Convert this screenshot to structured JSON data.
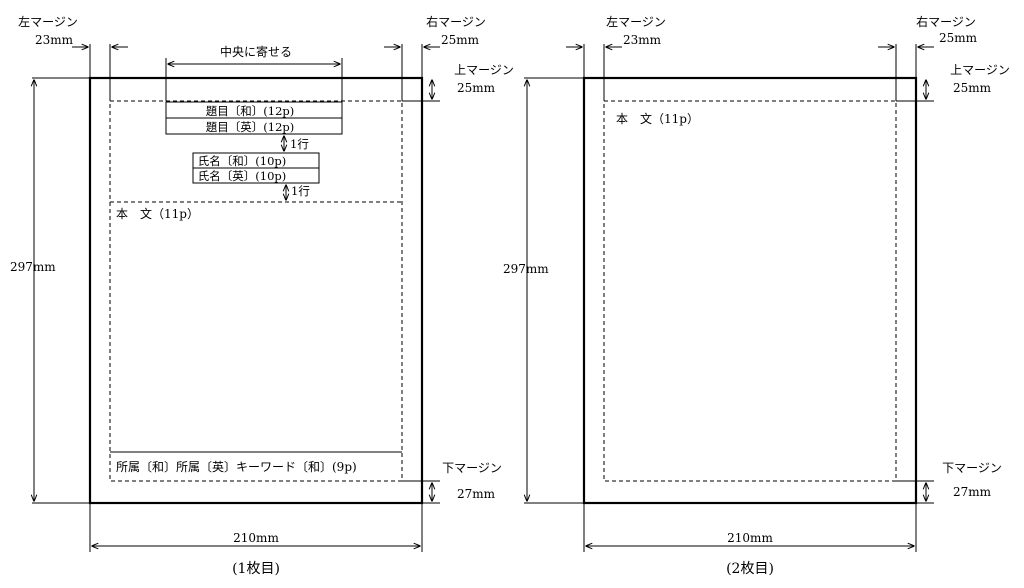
{
  "page1": {
    "left_margin_label": "左マージン",
    "left_margin_value": "23mm",
    "right_margin_label": "右マージン",
    "right_margin_value": "25mm",
    "top_margin_label": "上マージン",
    "top_margin_value": "25mm",
    "bottom_margin_label": "下マージン",
    "bottom_margin_value": "27mm",
    "center_label": "中央に寄せる",
    "title_ja": "題目〔和〕(12p)",
    "title_en": "題目〔英〕(12p)",
    "one_line_1": "1行",
    "name_ja": "氏名〔和〕(10p)",
    "name_en": "氏名〔英〕(10p)",
    "one_line_2": "1行",
    "body_text": "本　文（11p）",
    "footer_text": "所属〔和〕所属〔英〕キーワード〔和〕(9p)",
    "height_label": "297mm",
    "width_label": "210mm",
    "caption": "(1枚目)"
  },
  "page2": {
    "left_margin_label": "左マージン",
    "left_margin_value": "23mm",
    "right_margin_label": "右マージン",
    "right_margin_value": "25mm",
    "top_margin_label": "上マージン",
    "top_margin_value": "25mm",
    "bottom_margin_label": "下マージン",
    "bottom_margin_value": "27mm",
    "body_text": "本　文（11p）",
    "height_label": "297mm",
    "width_label": "210mm",
    "caption": "(2枚目)"
  }
}
